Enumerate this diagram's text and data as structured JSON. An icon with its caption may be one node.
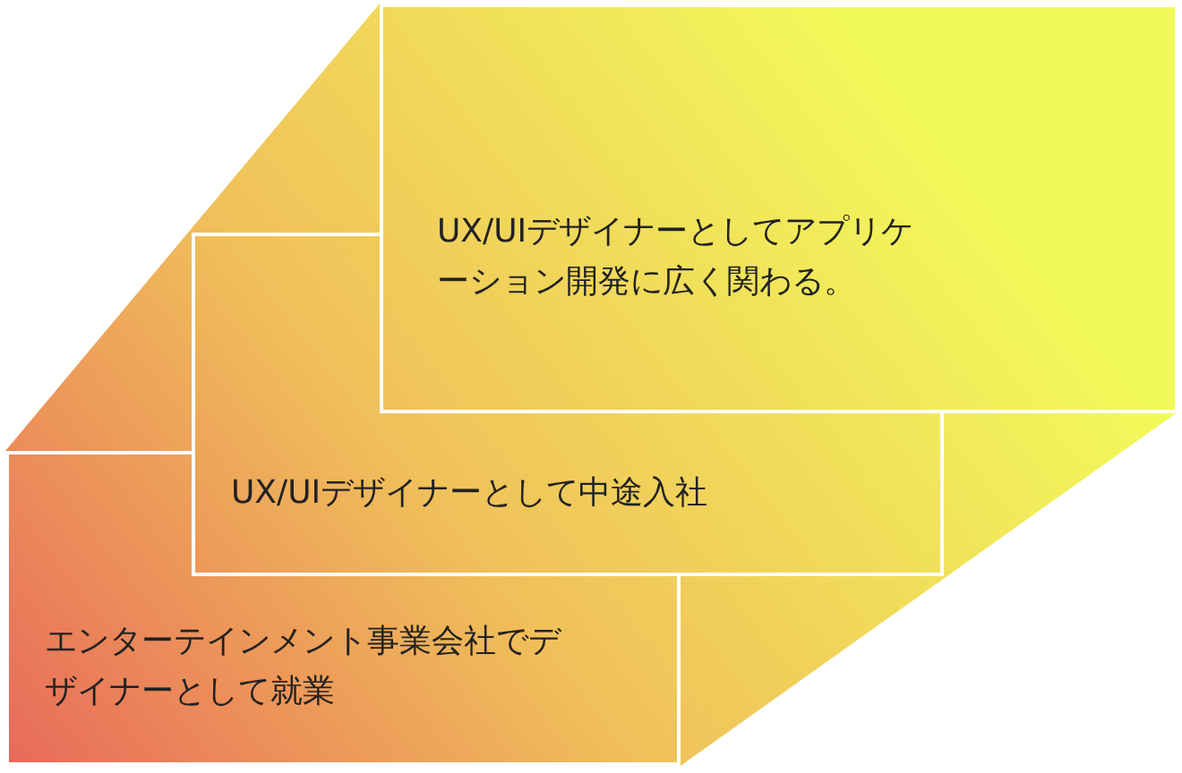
{
  "diagram": {
    "nodes": [
      {
        "text": [
          "UX/UIデザイナーとしてアプリケーション開発に広く関わる。"
        ]
      },
      {
        "text": [
          "UX/UIデザイナーとして中途入社"
        ]
      },
      {
        "text": [
          "エンターテインメント事業会社でデザイナーとして就業"
        ]
      }
    ]
  }
}
